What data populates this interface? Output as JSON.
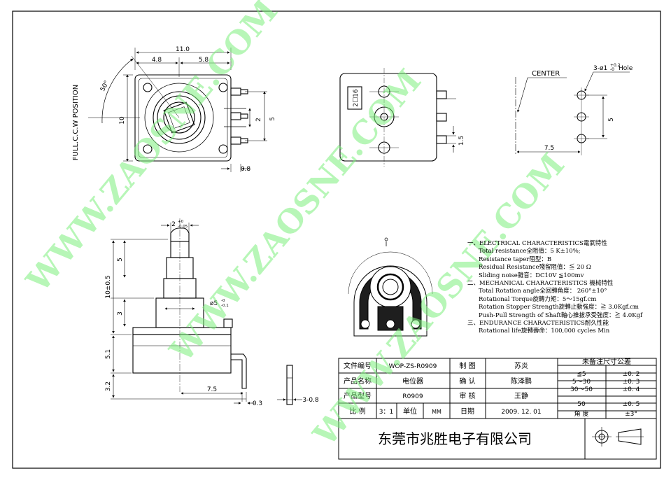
{
  "dimensions": {
    "top_view": {
      "width_total": "11.0",
      "width_left": "4.8",
      "width_right": "5.8",
      "height": "10",
      "pin_pitch": "2",
      "pin_span": "5",
      "pin_offset": "0.8",
      "angle": "50°",
      "position_label": "FULL.C.C.W  POSITION"
    },
    "back_view": {
      "stamp": "2☐16",
      "pin_pitch": "1.5"
    },
    "pcb_layout": {
      "center_label": "CENTER",
      "hole_label": "3-ø1",
      "hole_tol": "+0.2",
      "hole_tol2": "-0",
      "hole_suffix": "Hole",
      "pitch": "5",
      "offset": "7.5"
    },
    "side_view": {
      "shaft_flat": "2",
      "shaft_flat_tol_upper": "+0",
      "shaft_flat_tol_lower": "-0.05",
      "shaft_length": "5",
      "shaft_total": "10±0.5",
      "collar": "3",
      "shaft_dia": "ø5",
      "shaft_dia_tol_upper": "-0",
      "shaft_dia_tol_lower": "-0.1",
      "body_height": "5.1",
      "pin_height": "3.2",
      "pin_offset": "7.5",
      "pin_thickness": "0.3",
      "pin_width": "3-0.8"
    }
  },
  "specs": {
    "electrical_title": "一、ELECTRICAL CHARACTERISTICS電氣特性",
    "electrical": [
      "Total resistance全阻值：5 K±10%;",
      "Resistance taper阻型：B",
      "Residual Resistance殘留阻值：≦ 20 Ω",
      "Sliding noise雜音：DC10V ≦100mv"
    ],
    "mechanical_title": "二、MECHANICAL CHARACTERISTICS  機械特性",
    "mechanical": [
      "Total Rotation angle全回轉角度： 260°±10°",
      "Rotational Torque旋轉力矩：5～15gf.cm",
      "Rotation Stopper Strength旋轉止動強度：≧ 3.0Kgf.cm",
      "Push-Pull Strength of Shaft軸心推拔承受強度：≧ 4.0Kgf"
    ],
    "endurance_title": "三、ENDURANCE CHARACTERISTICS耐久性能",
    "endurance": [
      "Rotational life旋轉壽命：100,000 cycles Min"
    ]
  },
  "title_block": {
    "doc_no_label": "文件编号",
    "doc_no": "WOP-ZS-R0909",
    "product_name_label": "产品名称",
    "product_name": "电位器",
    "model_label": "产品型号",
    "model": "R0909",
    "scale_label": "比  例",
    "scale": "3：1",
    "unit_label": "单位",
    "unit": "MM",
    "date_label": "日期",
    "date": "2009. 12. 01",
    "draw_label": "制  图",
    "draw_name": "苏炎",
    "confirm_label": "确  认",
    "confirm_name": "陈泽鹏",
    "review_label": "审  核",
    "review_name": "王静",
    "company": "东莞市兆胜电子有限公司",
    "tolerance_title": "未备注尺寸公差",
    "tolerances": [
      {
        "range": "≦5",
        "tol": "±0. 2"
      },
      {
        "range": "5～30",
        "tol": "±0. 3"
      },
      {
        "range": "30～50",
        "tol": "±0. 4"
      },
      {
        "range": "50",
        "tol": "±0. 5"
      },
      {
        "range": "角  度",
        "tol": "±3°"
      }
    ]
  },
  "watermark": "WWW.ZAOSNE.COM"
}
